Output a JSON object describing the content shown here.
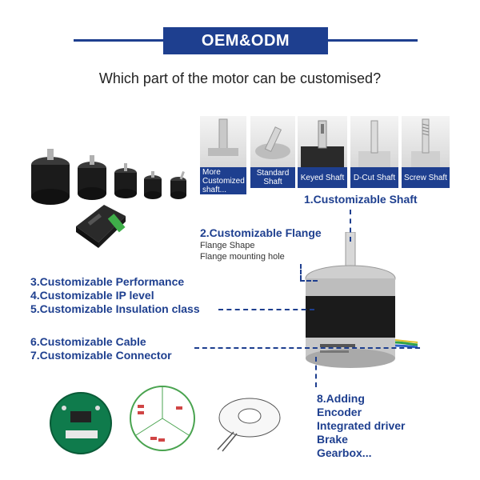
{
  "header": {
    "title": "OEM&ODM"
  },
  "question": "Which part of the motor can be customised?",
  "shafts": [
    {
      "label": "More Customized shaft..."
    },
    {
      "label": "Standard Shaft"
    },
    {
      "label": "Keyed Shaft"
    },
    {
      "label": "D-Cut Shaft"
    },
    {
      "label": "Screw Shaft"
    }
  ],
  "features": {
    "f1": "1.Customizable Shaft",
    "f2": "2.Customizable Flange",
    "f2_sub1": "Flange Shape",
    "f2_sub2": "Flange mounting hole",
    "f3": "3.Customizable Performance",
    "f4": "4.Customizable IP level",
    "f5": "5.Customizable Insulation class",
    "f6": "6.Customizable Cable",
    "f7": "7.Customizable Connector",
    "f8": "8.Adding",
    "f8_items": [
      "Encoder",
      "Integrated driver",
      "Brake",
      "Gearbox..."
    ]
  },
  "colors": {
    "brand": "#1e3f8f"
  }
}
